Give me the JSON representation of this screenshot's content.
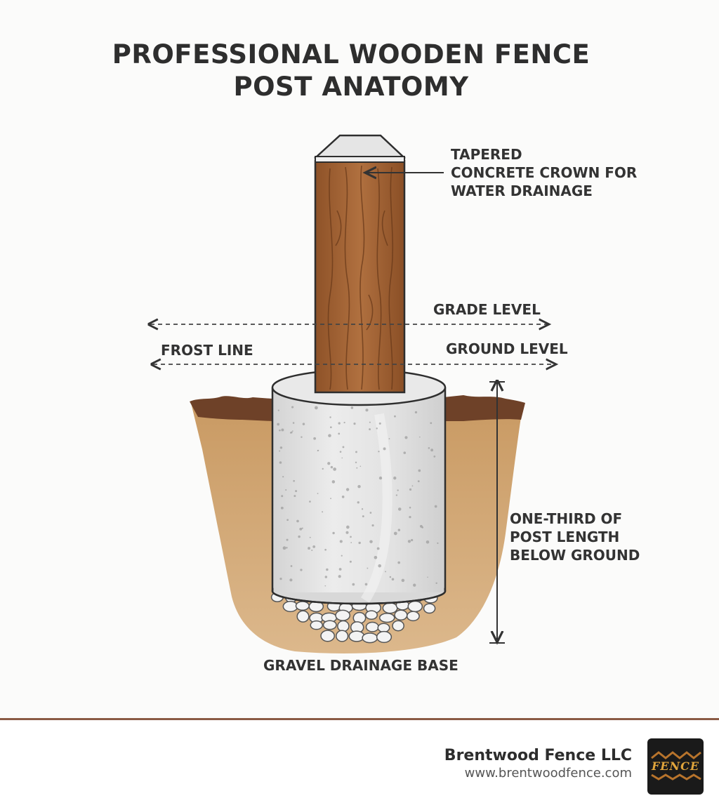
{
  "title": {
    "line1": "PROFESSIONAL WOODEN FENCE",
    "line2": "POST ANATOMY"
  },
  "labels": {
    "crown_line1": "TAPERED",
    "crown_line2": "CONCRETE CROWN FOR",
    "crown_line3": "WATER DRAINAGE",
    "grade_level": "GRADE LEVEL",
    "frost_line": "FROST LINE",
    "ground_level": "GROUND LEVEL",
    "depth_line1": "ONE-THIRD OF",
    "depth_line2": "POST LENGTH",
    "depth_line3": "BELOW GROUND",
    "gravel": "GRAVEL DRAINAGE BASE"
  },
  "footer": {
    "company": "Brentwood Fence LLC",
    "website": "www.brentwoodfence.com",
    "logo_text": "FENCE"
  },
  "colors": {
    "wood": "#a8683a",
    "concrete": "#dcdcdc",
    "soil": "#d2a878",
    "topsoil": "#6e4128",
    "footer_rule": "#8a5a44"
  }
}
